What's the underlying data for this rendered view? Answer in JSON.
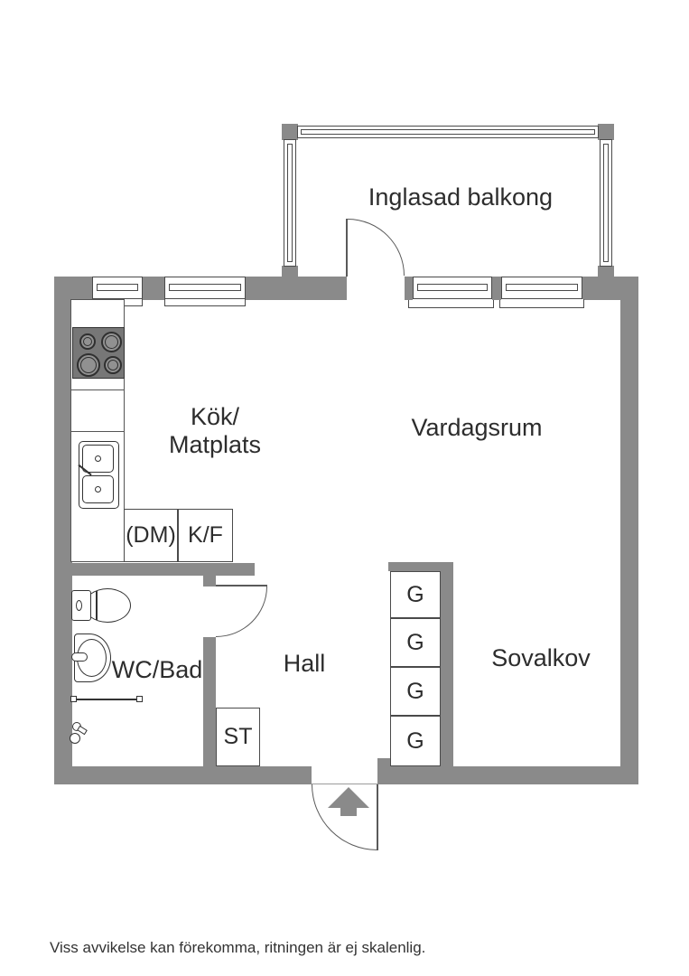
{
  "floorplan": {
    "balcony": {
      "label": "Inglasad balkong"
    },
    "rooms": {
      "kitchen_line1": "Kök/",
      "kitchen_line2": "Matplats",
      "living_room": "Vardagsrum",
      "bathroom": "WC/Bad",
      "hall": "Hall",
      "sleeping_alcove": "Sovalkov"
    },
    "appliances": {
      "dishwasher": "(DM)",
      "fridge_freezer": "K/F"
    },
    "storage": {
      "closet": "ST",
      "wardrobes": [
        "G",
        "G",
        "G",
        "G"
      ]
    },
    "footer_note": "Viss avvikelse kan förekomma, ritningen är ej skalenlig.",
    "colors": {
      "wall": "#8a8a8a",
      "outline": "#4a4a4a",
      "fixture_line": "#333333",
      "text": "#2d2d2d",
      "background": "#ffffff"
    }
  }
}
